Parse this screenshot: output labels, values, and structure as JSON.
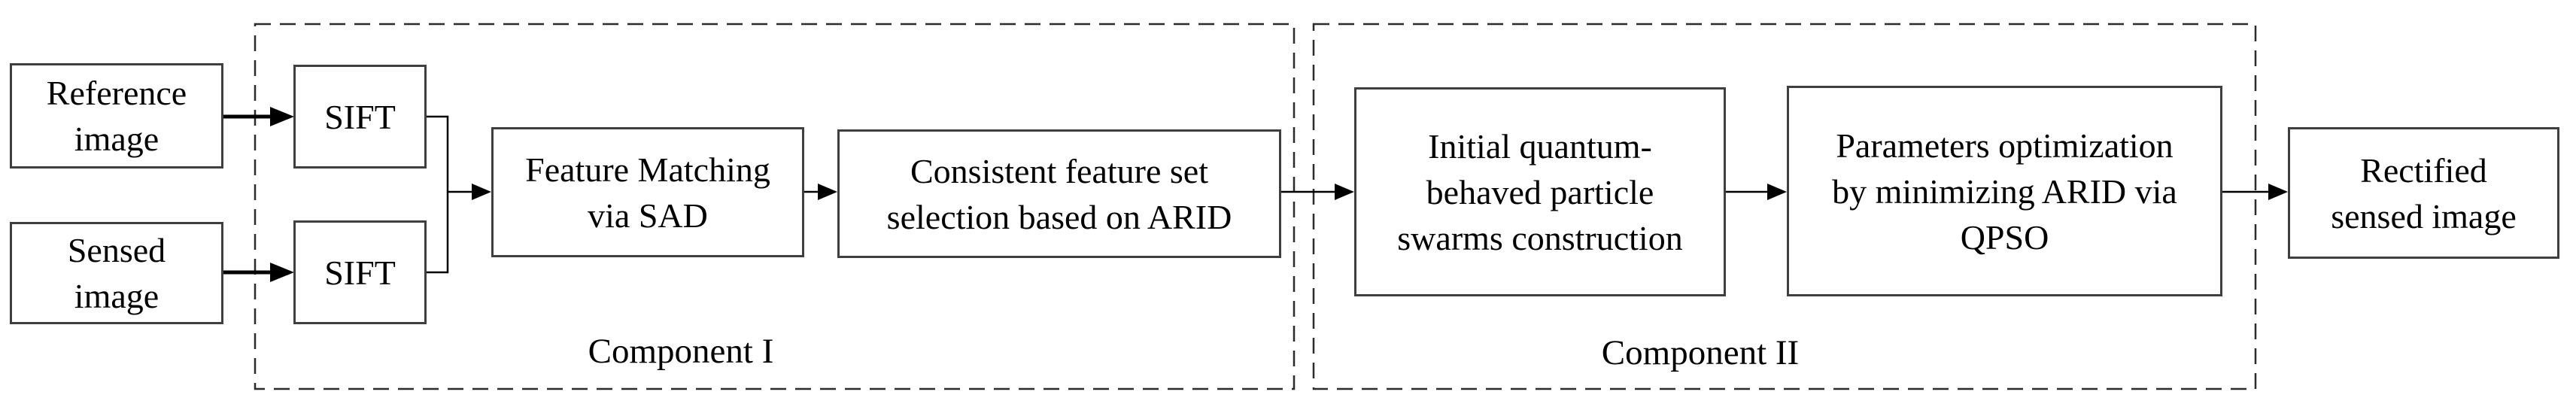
{
  "colors": {
    "background": "#ffffff",
    "box_border": "#3f3f3f",
    "dashed_border": "#2b2b2b",
    "arrow": "#000000",
    "text": "#000000"
  },
  "nodes": {
    "reference_image": {
      "lines": [
        "Reference",
        "image"
      ]
    },
    "sensed_image": {
      "lines": [
        "Sensed",
        "image"
      ]
    },
    "sift_reference": {
      "label": "SIFT"
    },
    "sift_sensed": {
      "label": "SIFT"
    },
    "feature_matching": {
      "lines": [
        "Feature Matching",
        "via SAD"
      ]
    },
    "consistent_feature": {
      "lines": [
        "Consistent feature set",
        "selection based on ARID"
      ]
    },
    "initial_swarms": {
      "lines": [
        "Initial quantum-",
        "behaved particle",
        "swarms construction"
      ]
    },
    "parameters_optimization": {
      "lines": [
        "Parameters optimization",
        "by minimizing ARID via",
        "QPSO"
      ]
    },
    "rectified_sensed": {
      "lines": [
        "Rectified",
        "sensed image"
      ]
    }
  },
  "groups": {
    "component_1": {
      "label": "Component I"
    },
    "component_2": {
      "label": "Component II"
    }
  }
}
